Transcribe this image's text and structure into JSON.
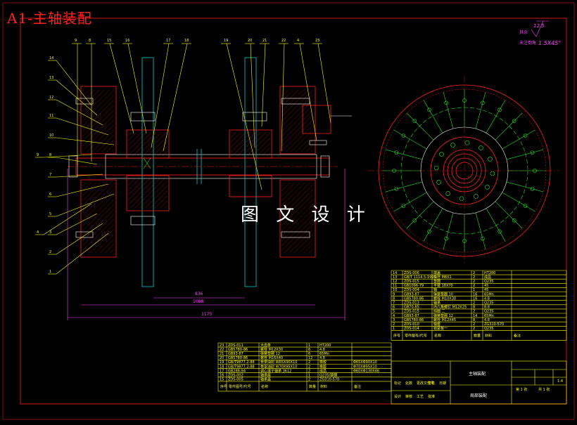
{
  "drawing_title": "A1-主轴装配",
  "watermark": "图 文 设 计",
  "roughness": {
    "label": "其余",
    "value": "12.5",
    "note": "未注倒角",
    "note_value": "1.5X45°"
  },
  "left_callouts": [
    "14",
    "13",
    "12",
    "11",
    "10",
    "9",
    "8",
    "7",
    "6",
    "5",
    "4",
    "3",
    "2",
    "1"
  ],
  "top_callouts": [
    "9",
    "8",
    "15",
    "16",
    "17",
    "18",
    "19",
    "20",
    "21",
    "22",
    "4",
    "23"
  ],
  "dimensions": {
    "d1": "836",
    "d2": "1088",
    "d3": "1175"
  },
  "parts_right": [
    {
      "no": "14",
      "code": "ZDS-006",
      "name": "端盖",
      "qty": "2",
      "material": "HT200"
    },
    {
      "no": "13",
      "code": "GB/T 1114.5-1995",
      "name": "油杯 M8X1",
      "qty": "2",
      "material": "成品"
    },
    {
      "no": "12",
      "code": "ZDS-015",
      "name": "垫圈",
      "qty": "2",
      "material": "Q235"
    },
    {
      "no": "11",
      "code": "GB1096-79",
      "name": "平键 18X70",
      "qty": "2",
      "material": "45"
    },
    {
      "no": "10",
      "code": "ZDS-004",
      "name": "轴",
      "qty": "1",
      "material": "45"
    },
    {
      "no": "9",
      "code": "GB93-87",
      "name": "弹簧垫圈 10",
      "qty": "16",
      "material": "65Mn"
    },
    {
      "no": "8",
      "code": "GB5780-86",
      "name": "螺栓 M10X30",
      "qty": "16",
      "material": "4.8"
    },
    {
      "no": "7",
      "code": "ZDS-013",
      "name": "轴承",
      "qty": "2",
      "material": "Q235"
    },
    {
      "no": "6",
      "code": "GB70-85",
      "name": "内六角螺钉 M12X25",
      "qty": "8",
      "material": "8.8"
    },
    {
      "no": "5",
      "code": "ZDS-015",
      "name": "挡圈 二",
      "qty": "2",
      "material": "Q235"
    },
    {
      "no": "4",
      "code": "GB93-87",
      "name": "弹簧垫圈 12",
      "qty": "14",
      "material": "65Mn"
    },
    {
      "no": "3",
      "code": "GB5780-86",
      "name": "螺栓 M12X45",
      "qty": "8",
      "material": "4.8"
    },
    {
      "no": "2",
      "code": "ZDS-010",
      "name": "轴套",
      "qty": "2",
      "material": "ZG310-570"
    },
    {
      "no": "1",
      "code": "ZDS-014",
      "name": "锁紧板一",
      "qty": "2",
      "material": "Q235"
    }
  ],
  "parts_left": [
    {
      "no": "23",
      "code": "ZDS-011",
      "name": "大齿条",
      "qty": "1",
      "material": "HT200",
      "note": ""
    },
    {
      "no": "22",
      "code": "GB5780-86",
      "name": "螺栓 M12X30",
      "qty": "6",
      "material": "4.8",
      "note": ""
    },
    {
      "no": "21",
      "code": "GB93-87",
      "name": "弹簧垫圈 12",
      "qty": "6",
      "material": "65Mn",
      "note": ""
    },
    {
      "no": "20",
      "code": "GB5780-86",
      "name": "螺栓 M16X40",
      "qty": "12",
      "material": "4.8",
      "note": ""
    },
    {
      "no": "19",
      "code": "GB/T9877.2-88",
      "name": "骨架油封 W65X90X10",
      "qty": "2",
      "material": "橡胶",
      "note": "Φ65XΦ90X10"
    },
    {
      "no": "18",
      "code": "GB/T9877.2-88",
      "name": "骨架油封 W70X95X10",
      "qty": "2",
      "material": "橡胶",
      "note": "Φ70XΦ95X10"
    },
    {
      "no": "17",
      "code": "GB288-94",
      "name": "调心滚子轴承 3612",
      "qty": "2",
      "material": "成品",
      "note": "Φ60XΦ130X46"
    },
    {
      "no": "16",
      "code": "ZDS-002",
      "name": "轴承座",
      "qty": "1",
      "material": "Q235/铸钢",
      "note": ""
    },
    {
      "no": "15",
      "code": "ZDS-005",
      "name": "轴承盖",
      "qty": "2",
      "material": "ZG310-570",
      "note": ""
    }
  ],
  "parts_header": {
    "no": "序号",
    "code": "零件图号/代号",
    "name": "名称",
    "qty": "数量",
    "material": "材料",
    "note": "备注"
  },
  "title_block": {
    "assembly": "主轴装配",
    "unit": "局部装配",
    "sheet": "第 1 张",
    "total": "共 1 张",
    "scale": "1:4",
    "labels": [
      "标记",
      "处数",
      "更改文件号",
      "签名",
      "日期",
      "设计",
      "审核",
      "工艺",
      "批准"
    ]
  }
}
